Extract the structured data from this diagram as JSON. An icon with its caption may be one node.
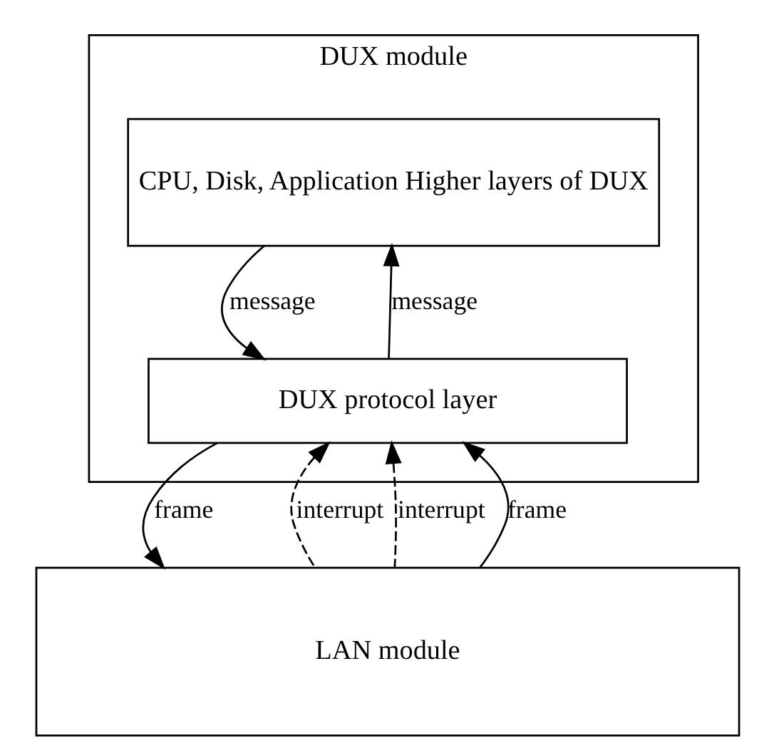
{
  "diagram": {
    "nodes": [
      {
        "text": [
          "DUX module"
        ]
      },
      {
        "text": [
          "CPU, Disk, Application Higher layers of DUX"
        ],
        "in": 0
      },
      {
        "text": [
          "DUX protocol layer"
        ],
        "in": 0
      },
      {
        "text": [
          "LAN module"
        ]
      }
    ],
    "edges": [
      {
        "from": 1,
        "to": 2,
        "arrow": "to",
        "label": "message"
      },
      {
        "from": 2,
        "to": 1,
        "arrow": "to",
        "label": "message"
      },
      {
        "from": 2,
        "to": 3,
        "arrow": "to",
        "label": "frame"
      },
      {
        "from": 3,
        "to": 2,
        "arrow": "to",
        "label": "interrupt",
        "style": "dashed"
      },
      {
        "from": 3,
        "to": 2,
        "arrow": "to",
        "label": "interrupt",
        "style": "dashed"
      },
      {
        "from": 3,
        "to": 2,
        "arrow": "to",
        "label": "frame"
      }
    ]
  }
}
